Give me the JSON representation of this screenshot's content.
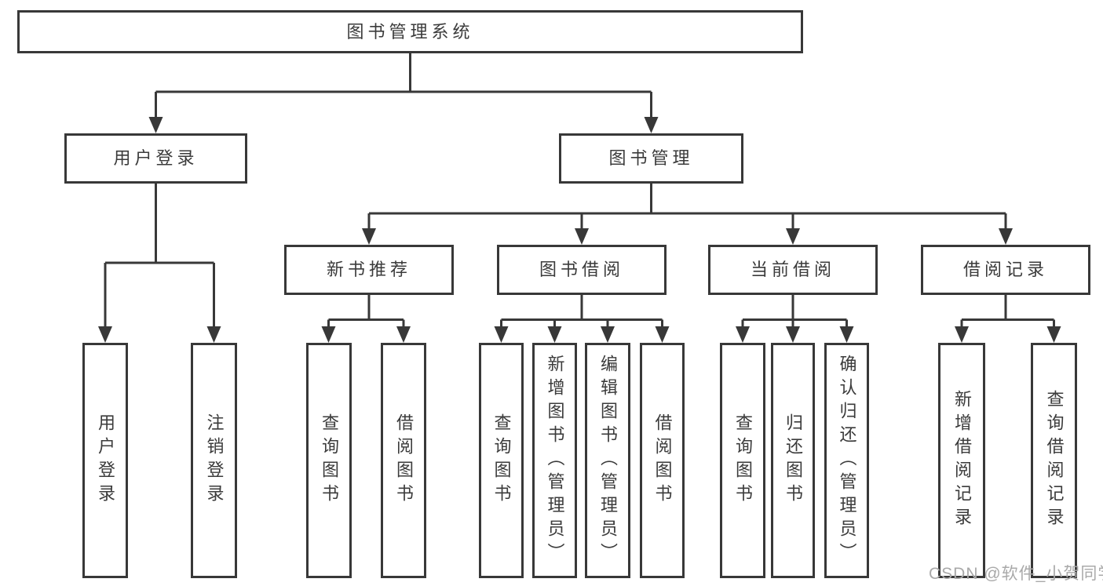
{
  "diagram": {
    "root": {
      "label": "图书管理系统"
    },
    "level2": [
      {
        "id": "user-login",
        "label": "用户登录",
        "parent": "图书管理系统"
      },
      {
        "id": "book-management",
        "label": "图书管理",
        "parent": "图书管理系统"
      }
    ],
    "level3": [
      {
        "id": "new-book-recommend",
        "label": "新书推荐",
        "parent": "图书管理"
      },
      {
        "id": "book-borrow",
        "label": "图书借阅",
        "parent": "图书管理"
      },
      {
        "id": "current-borrow",
        "label": "当前借阅",
        "parent": "图书管理"
      },
      {
        "id": "borrow-records",
        "label": "借阅记录",
        "parent": "图书管理"
      }
    ],
    "leaves": [
      {
        "label": "用户登录",
        "parent": "用户登录"
      },
      {
        "label": "注销登录",
        "parent": "用户登录"
      },
      {
        "label": "查询图书",
        "parent": "新书推荐"
      },
      {
        "label": "借阅图书",
        "parent": "新书推荐"
      },
      {
        "label": "查询图书",
        "parent": "图书借阅"
      },
      {
        "label": "新增图书（管理员）",
        "parent": "图书借阅"
      },
      {
        "label": "编辑图书（管理员）",
        "parent": "图书借阅"
      },
      {
        "label": "借阅图书",
        "parent": "图书借阅"
      },
      {
        "label": "查询图书",
        "parent": "当前借阅"
      },
      {
        "label": "归还图书",
        "parent": "当前借阅"
      },
      {
        "label": "确认归还（管理员）",
        "parent": "当前借阅"
      },
      {
        "label": "新增借阅记录",
        "parent": "借阅记录"
      },
      {
        "label": "查询借阅记录",
        "parent": "借阅记录"
      }
    ]
  },
  "watermark": {
    "text": "CSDN @软件_小贺同学"
  },
  "colors": {
    "line": "#383838",
    "box_border": "#383838",
    "box_fill": "#ffffff",
    "text": "#3b3b3b",
    "watermark": "#a9a9a9",
    "background": "#ffffff"
  }
}
